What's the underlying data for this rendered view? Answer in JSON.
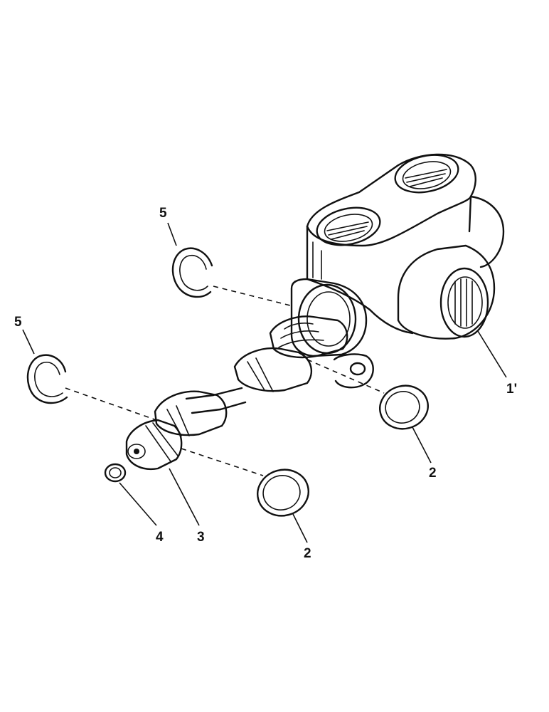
{
  "callouts": {
    "part_1": "1'",
    "part_2_upper": "2",
    "part_2_lower": "2",
    "part_3": "3",
    "part_4": "4",
    "part_5_upper": "5",
    "part_5_lower": "5"
  },
  "colors": {
    "ink": "#111111",
    "paper": "#ffffff"
  }
}
